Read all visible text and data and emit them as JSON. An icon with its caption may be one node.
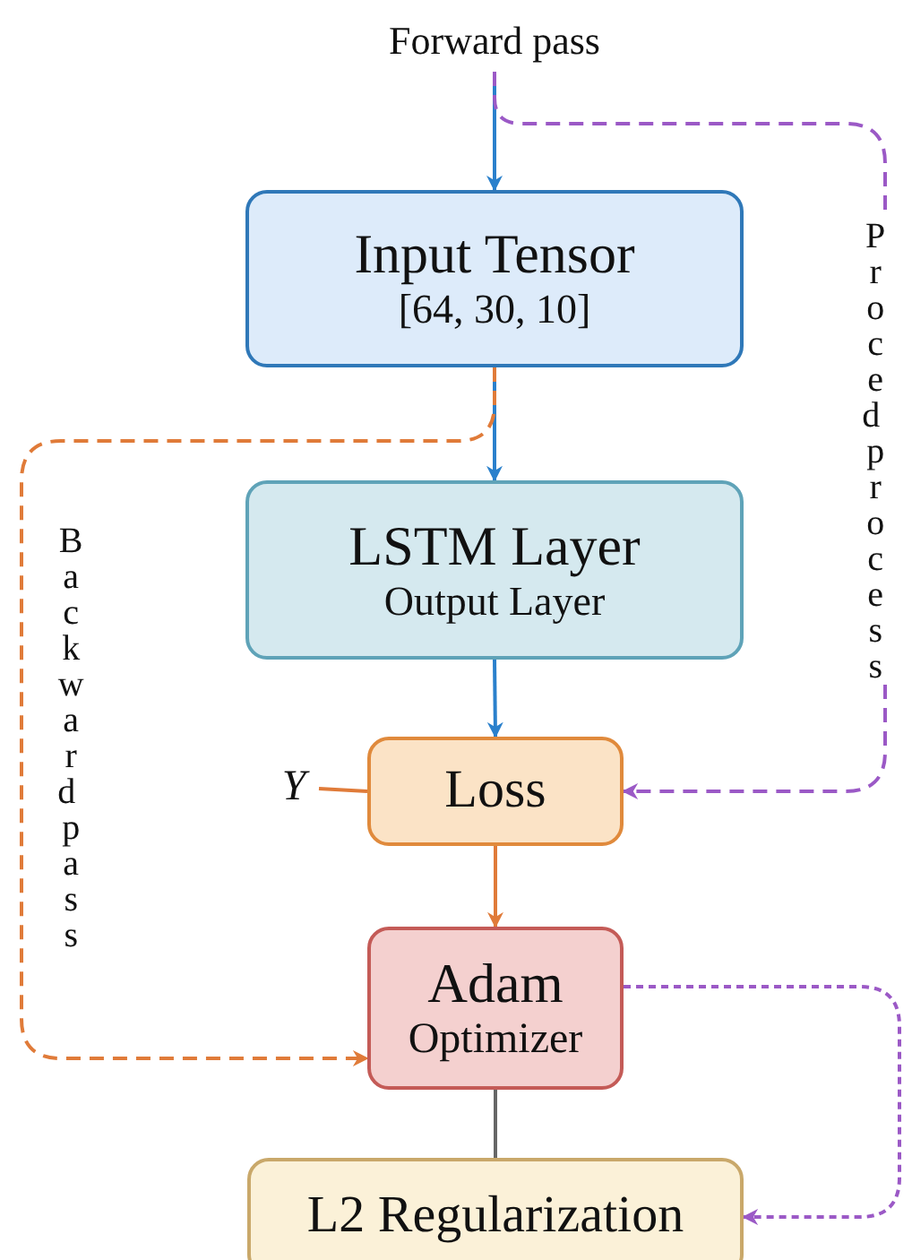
{
  "diagram": {
    "nodes": [
      {
        "text": [
          "Forward pass"
        ]
      },
      {
        "text": [
          "Input Tensor",
          "[64, 30, 10]"
        ]
      },
      {
        "text": [
          "LSTM Layer",
          "Output Layer"
        ]
      },
      {
        "text": [
          "*Y*"
        ]
      },
      {
        "text": [
          "Loss"
        ]
      },
      {
        "text": [
          "Adam",
          "Optimizer"
        ]
      },
      {
        "text": [
          "L2 Regularization"
        ]
      }
    ],
    "edges": [
      {
        "from": 0,
        "to": 1,
        "arrow": "to"
      },
      {
        "from": 1,
        "to": 2,
        "arrow": "to"
      },
      {
        "from": 2,
        "to": 4,
        "arrow": "to"
      },
      {
        "from": 3,
        "to": 4,
        "arrow": "none",
        "color": "#e07b39"
      },
      {
        "from": 4,
        "to": 5,
        "arrow": "to",
        "color": "#e07b39"
      },
      {
        "from": 5,
        "to": 6,
        "arrow": "none",
        "color": "#666666"
      },
      {
        "from": 0,
        "to": 4,
        "arrow": "to",
        "label": "Proced process",
        "style": "dashed",
        "color": "#9b59c6"
      },
      {
        "from": 1,
        "to": 5,
        "arrow": "to",
        "label": "Backward pass",
        "style": "dashed",
        "color": "#e07b39"
      },
      {
        "from": 5,
        "to": 6,
        "arrow": "to",
        "style": "dashed",
        "color": "#9b59c6"
      }
    ]
  }
}
